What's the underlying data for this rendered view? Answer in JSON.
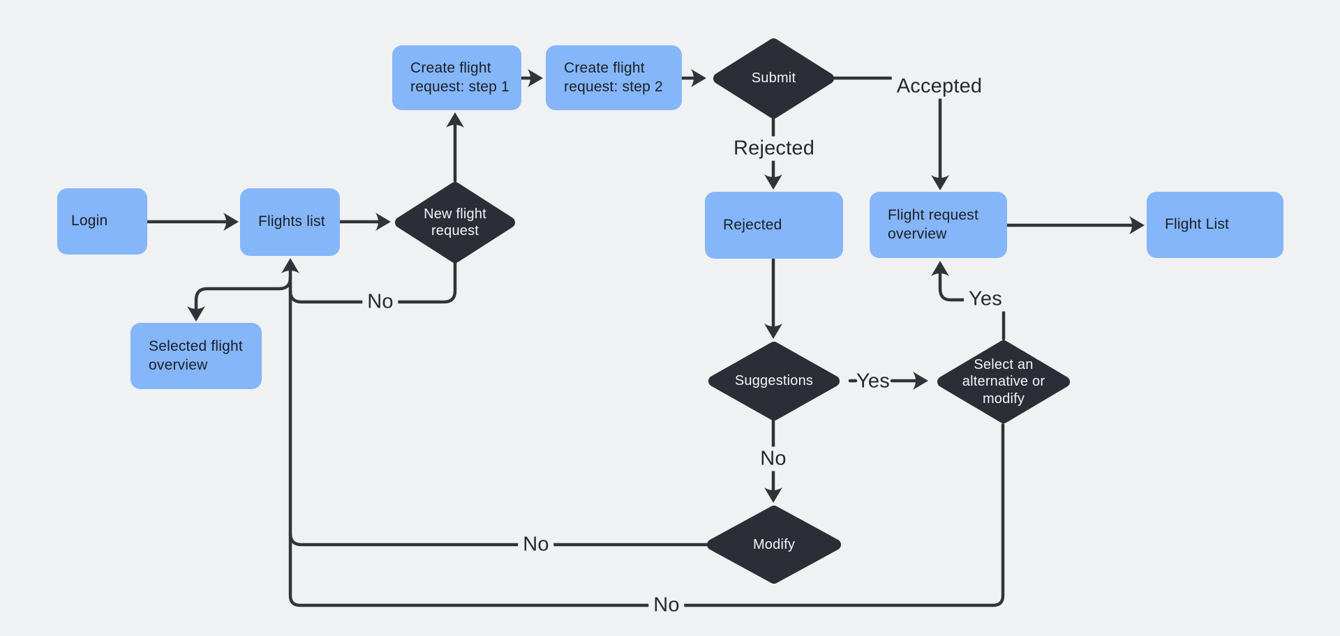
{
  "diagram": {
    "kind": "flowchart",
    "colors": {
      "background": "#f0f1f2",
      "process_fill": "#85b6f9",
      "decision_fill": "#2b2e36",
      "connector": "#303339",
      "process_text": "#1b1e24",
      "decision_text": "#f2f4f7",
      "edge_label_text": "#26282e"
    }
  },
  "nodes": {
    "login": {
      "label": "Login",
      "type": "process"
    },
    "flights_list": {
      "label": "Flights list",
      "type": "process"
    },
    "new_flight_request": {
      "label": "New flight request",
      "type": "decision"
    },
    "create_step1": {
      "label": "Create flight request: step 1",
      "type": "process"
    },
    "create_step2": {
      "label": "Create flight request: step 2",
      "type": "process"
    },
    "submit": {
      "label": "Submit",
      "type": "decision"
    },
    "rejected": {
      "label": "Rejected",
      "type": "process"
    },
    "flight_request_overview": {
      "label": "Flight request overview",
      "type": "process"
    },
    "flight_list": {
      "label": "Flight List",
      "type": "process"
    },
    "selected_flight_overview": {
      "label": "Selected flight overview",
      "type": "process"
    },
    "suggestions": {
      "label": "Suggestions",
      "type": "decision"
    },
    "select_alternative": {
      "label": "Select an alternative or modify",
      "type": "decision"
    },
    "modify": {
      "label": "Modify",
      "type": "decision"
    }
  },
  "edge_labels": {
    "accepted": "Accepted",
    "rejected": "Rejected",
    "yes_to_select": "Yes",
    "yes_to_overview": "Yes",
    "no_new_flight": "No",
    "no_suggestions": "No",
    "no_modify": "No",
    "no_select_alternative": "No"
  }
}
